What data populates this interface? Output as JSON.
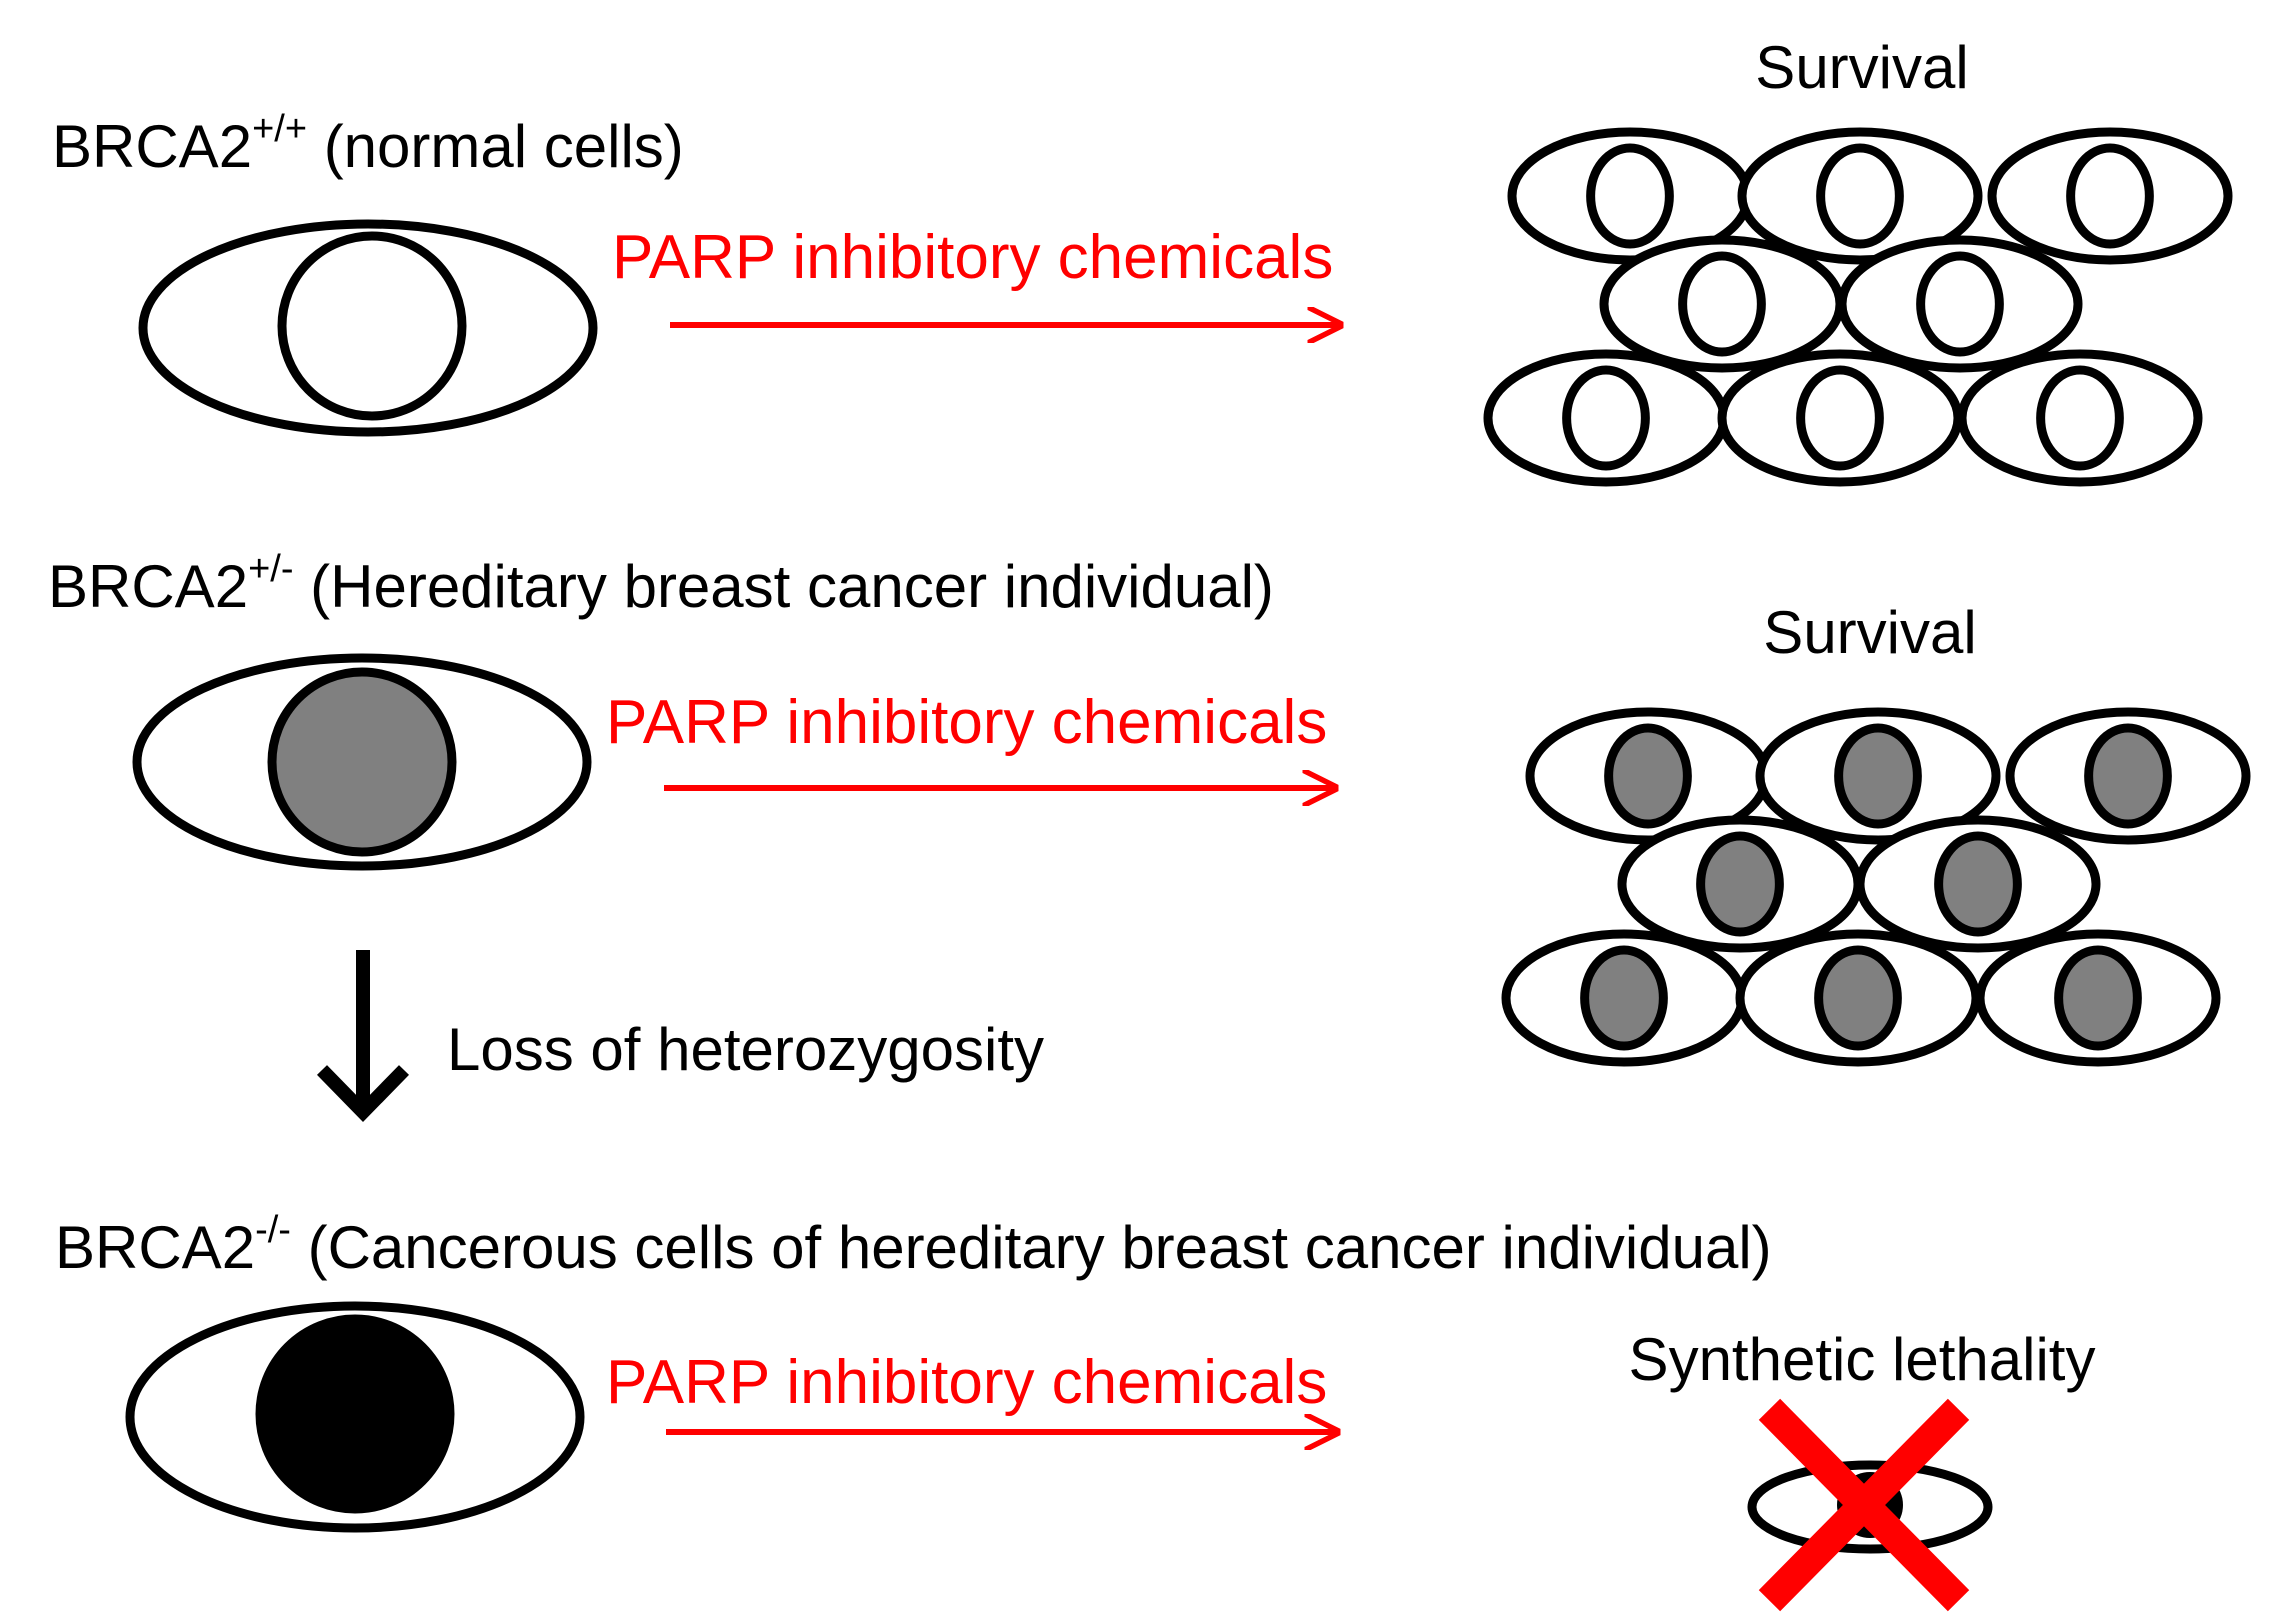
{
  "rows": [
    {
      "gene": "BRCA2",
      "genotype": "+/+",
      "description": " (normal cells)",
      "treatment": "PARP inhibitory chemicals",
      "outcome": "Survival",
      "nucleus_color": "#ffffff"
    },
    {
      "gene": "BRCA2",
      "genotype": "+/-",
      "description": " (Hereditary breast cancer individual)",
      "treatment": "PARP inhibitory chemicals",
      "outcome": "Survival",
      "nucleus_color": "#808080"
    },
    {
      "gene": "BRCA2",
      "genotype": "-/-",
      "description": " (Cancerous cells of hereditary breast cancer individual)",
      "treatment": "PARP inhibitory chemicals",
      "outcome": "Synthetic lethality",
      "nucleus_color": "#000000"
    }
  ],
  "transition": {
    "label": "Loss of heterozygosity"
  },
  "colors": {
    "treatment": "#ff0000",
    "outline": "#000000",
    "cross": "#ff0000"
  },
  "icons": {
    "dead_cell_marker": "x-mark-icon"
  }
}
